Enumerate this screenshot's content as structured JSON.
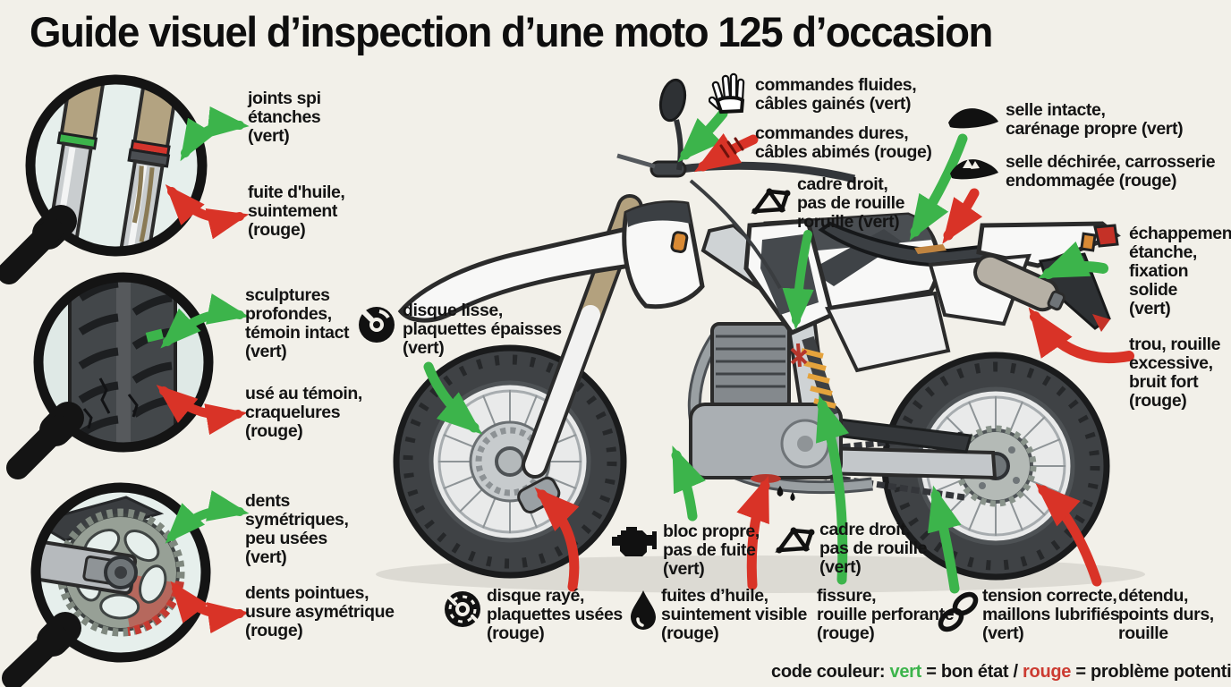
{
  "title": "Guide visuel d’inspection d’une moto 125 d’occasion",
  "colors": {
    "good": "#3cb44b",
    "bad": "#d93327",
    "background": "#f2f0e9",
    "text": "#141414"
  },
  "magnifier_labels": {
    "fork_good": "joints spi\nétanches\n(vert)",
    "fork_bad": "fuite d'huile,\nsuintement\n(rouge)",
    "tire_good": "sculptures\nprofondes,\ntémoin intact\n(vert)",
    "tire_bad": "usé au témoin,\ncraquelures\n(rouge)",
    "sprocket_good": "dents\nsymétriques,\npeu usées\n(vert)",
    "sprocket_bad": "dents pointues,\nusure asymétrique\n(rouge)"
  },
  "callouts": {
    "controls_good": "commandes fluides,\ncâbles gainés (vert)",
    "controls_bad": "commandes dures,\ncâbles abimés (rouge)",
    "frame_top_good": "cadre droit,\npas de rouille\nroruille (vert)",
    "seat_good": "selle intacte,\ncarénage propre (vert)",
    "seat_bad": "selle déchirée, carrosserie\nendommagée (rouge)",
    "exhaust_good": "échappement\nétanche,\nfixation\nsolide\n(vert)",
    "exhaust_bad": "trou, rouille\nexcessive,\nbruit fort\n(rouge)",
    "front_brake_good": "disque lisse,\nplaquettes épaisses\n(vert)",
    "front_brake_bad": "disque rayé,\nplaquettes usées\n(rouge)",
    "engine_good": "bloc propre,\npas de fuite\n(vert)",
    "oil_bad": "fuites d’huile,\nsuintement visible\n(rouge)",
    "frame_bottom_good": "cadre droit,\npas de rouille\n(vert)",
    "frame_bottom_bad": "fissure,\nrouille perforante\n(rouge)",
    "chain_good": "tension correcte,\nmaillons lubrifiés\n(vert)",
    "chain_bad": "détendu,\npoints durs,\nrouille"
  },
  "legend": {
    "prefix": "code couleur: ",
    "green_word": "vert",
    "after_green": " = bon état / ",
    "red_word": "rouge",
    "after_red": " = problème potentiel à vérifier"
  },
  "icons": {
    "controls": "hand-icon",
    "frame": "frame-icon",
    "seat_good": "seat-intact-icon",
    "seat_bad": "seat-torn-icon",
    "front_brake_good": "brake-disc-icon",
    "front_brake_bad": "worn-brake-disc-icon",
    "engine": "engine-icon",
    "oil": "oil-drop-icon",
    "chain": "chain-links-icon"
  }
}
